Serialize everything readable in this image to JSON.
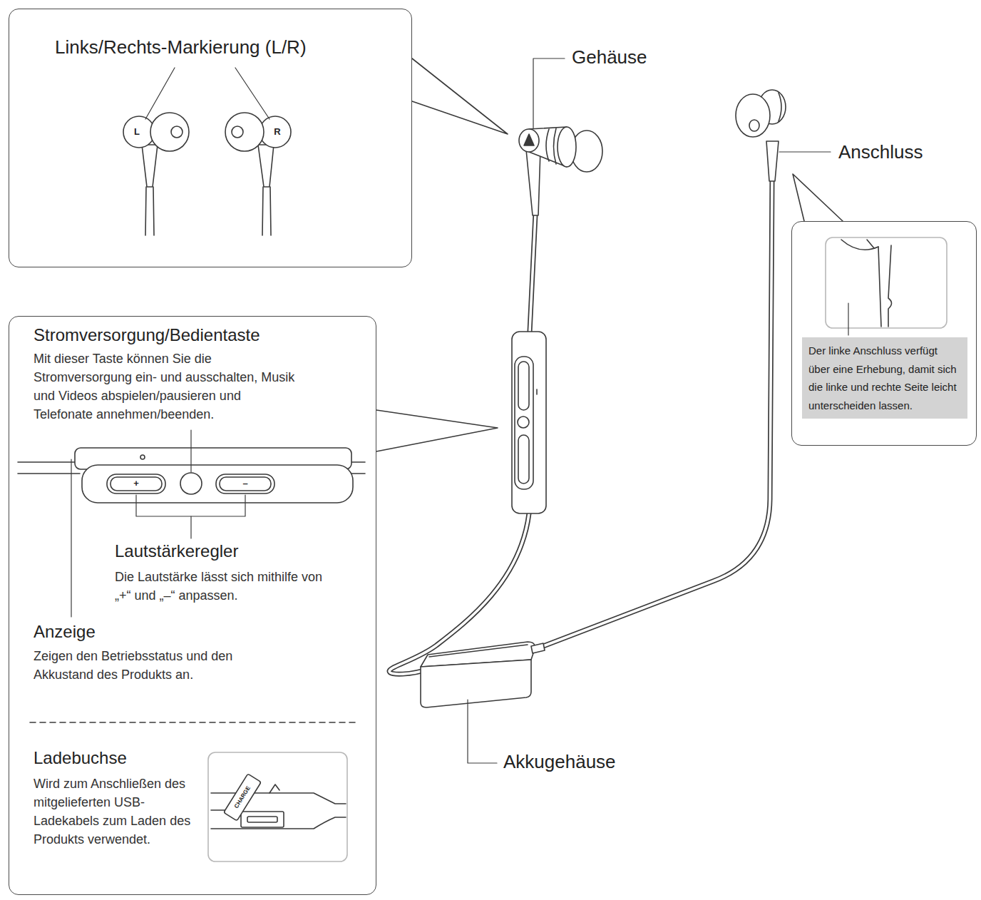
{
  "diagram": {
    "nodes": [
      {
        "text": [
          "Links/Rechts-Markierung (L/R)"
        ]
      },
      {
        "text": [
          "Stromversorgung/Bedientaste",
          "Mit dieser Taste können Sie die Stromversorgung ein- und ausschalten, Musik und Videos abspielen/pausieren und Telefonate annehmen/beenden.",
          "Lautstärkeregler",
          "Die Lautstärke lässt sich mithilfe von „+“ und „–“ anpassen.",
          "Anzeige",
          "Zeigen den Betriebsstatus und den Akkustand des Produkts an.",
          "Ladebuchse",
          "Wird zum Anschließen des mitgelieferten USB-Ladekabels zum Laden des Produkts verwendet."
        ]
      },
      {
        "text": [
          "Der linke Anschluss verfügt über eine Erhebung, damit sich die linke und rechte Seite leicht unterscheiden lassen."
        ]
      }
    ],
    "labels": [
      "Gehäuse",
      "Anschluss",
      "Akkugehäuse",
      "L",
      "R",
      "+",
      "–",
      "CHARGE"
    ]
  }
}
